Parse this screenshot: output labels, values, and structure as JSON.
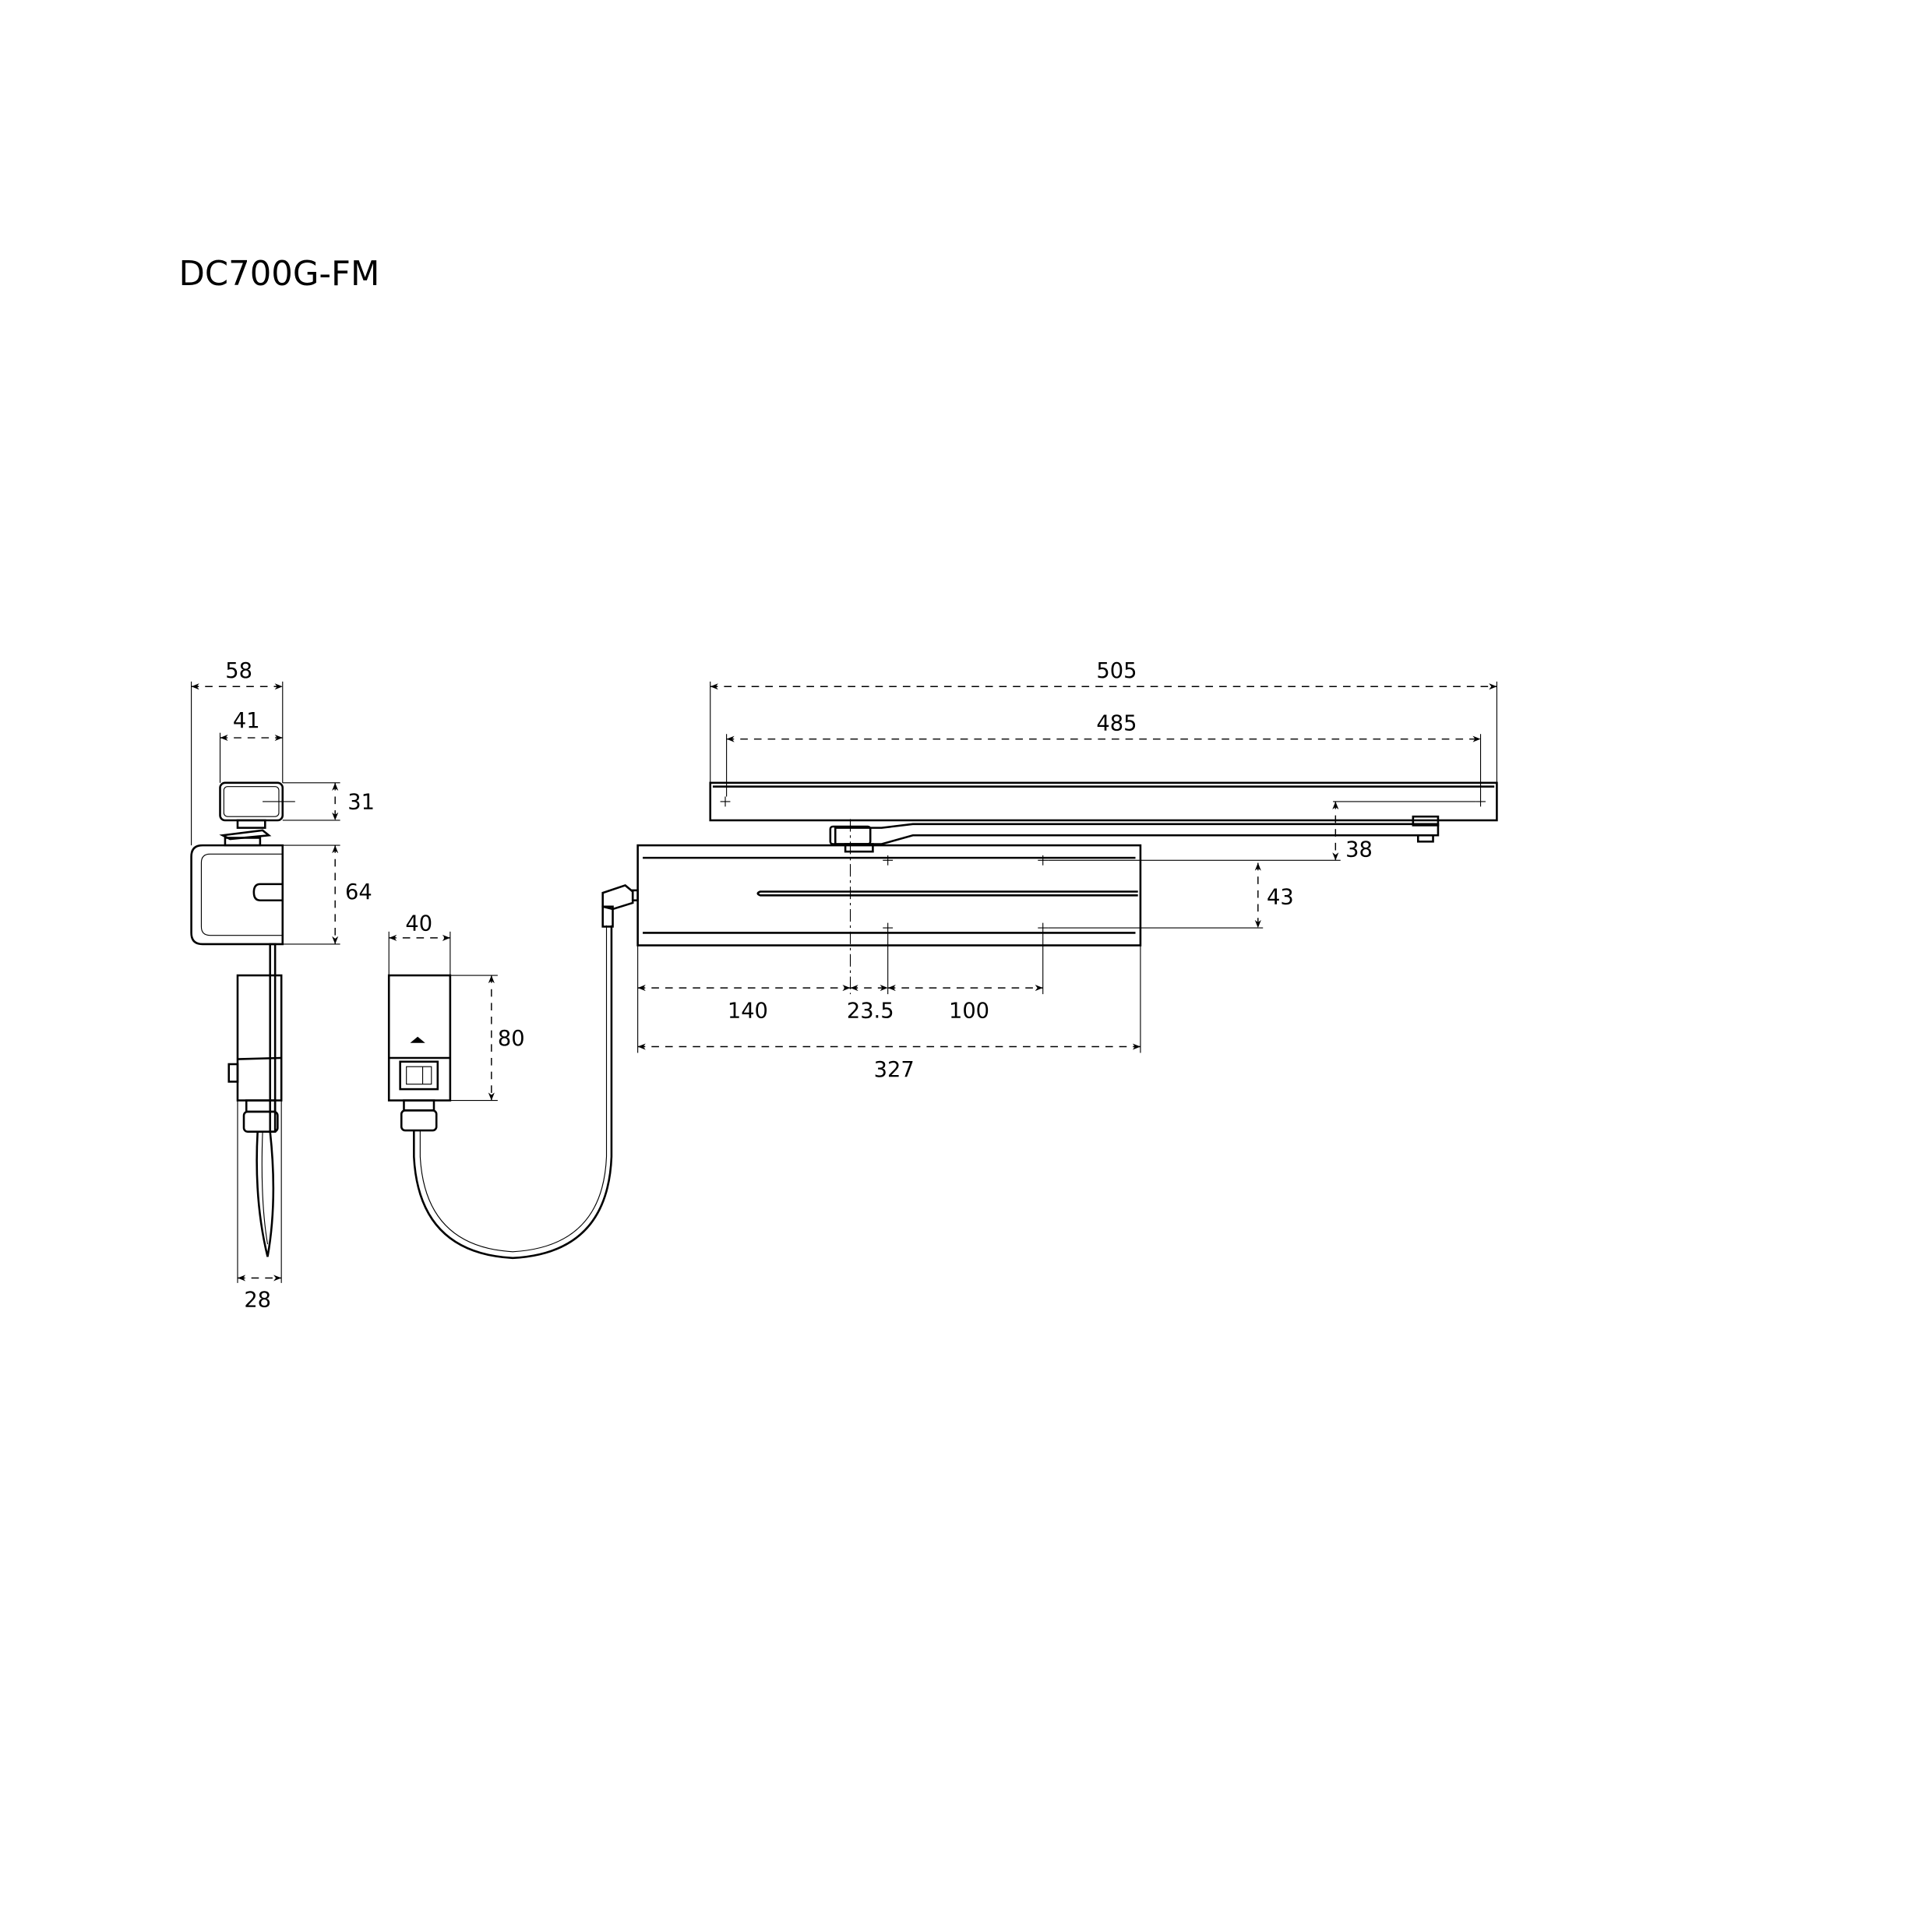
{
  "title": "DC700G-FM",
  "dimensions": {
    "side_bracket_width": "58",
    "side_arm_width": "41",
    "side_arm_height": "31",
    "side_bracket_height": "64",
    "side_bottom_width": "28",
    "control_box_width": "40",
    "control_box_height": "80",
    "rail_length": "505",
    "rail_hole_spacing": "485",
    "rail_to_body_offset": "38",
    "body_hole_vertical": "43",
    "body_to_axis": "140",
    "axis_to_hole": "23.5",
    "hole_spacing": "100",
    "body_length": "327"
  }
}
